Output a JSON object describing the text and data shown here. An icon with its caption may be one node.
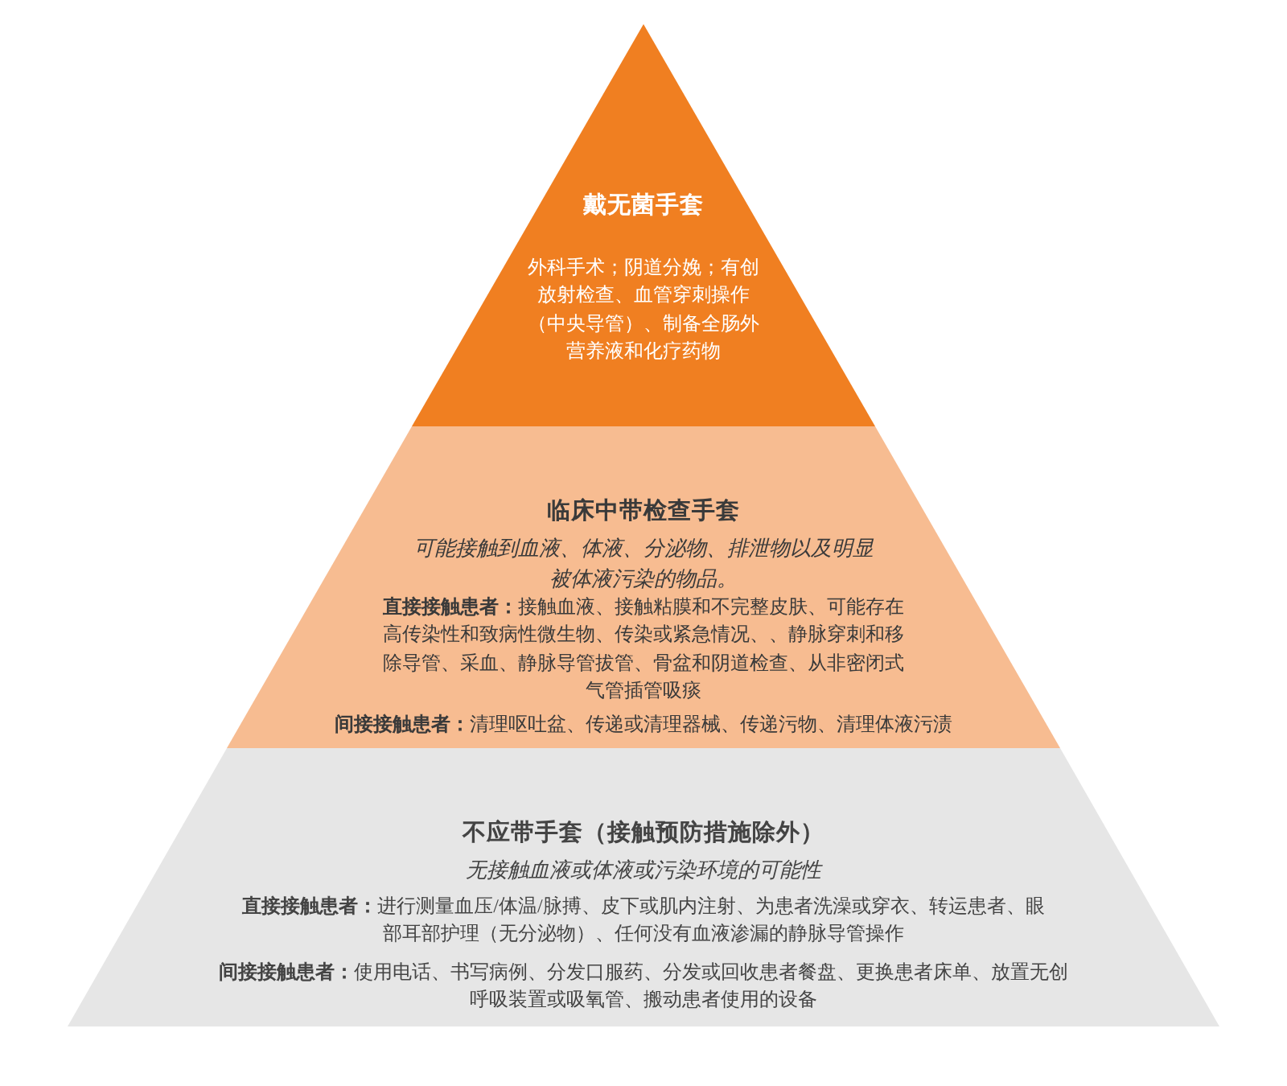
{
  "diagram": {
    "nodes": [
      {
        "text": [
          "戴无菌手套",
          "外科手术；阴道分娩；有创放射检查、血管穿刺操作（中央导管）、制备全肠外营养液和化疗药物"
        ]
      },
      {
        "text": [
          "临床中带检查手套",
          "可能接触到血液、体液、分泌物、排泄物以及明显被体液污染的物品。",
          "**直接接触患者：**接触血液、接触粘膜和不完整皮肤、可能存在高传染性和致病性微生物、传染或紧急情况、、静脉穿刺和移除导管、采血、静脉导管拔管、骨盆和阴道检查、从非密闭式气管插管吸痰",
          "**间接接触患者：**清理呕吐盆、传递或清理器械、传递污物、清理体液污渍"
        ]
      },
      {
        "text": [
          "不应带手套（接触预防措施除外）",
          "无接触血液或体液或污染环境的可能性",
          "**直接接触患者：**进行测量血压/体温/脉搏、皮下或肌内注射、为患者洗澡或穿衣、转运患者、眼部耳部护理（无分泌物）、任何没有血液渗漏的静脉导管操作",
          "**间接接触患者：**使用电话、书写病例、分发口服药、分发或回收患者餐盘、更换患者床单、放置无创呼吸装置或吸氧管、搬动患者使用的设备"
        ]
      }
    ]
  }
}
